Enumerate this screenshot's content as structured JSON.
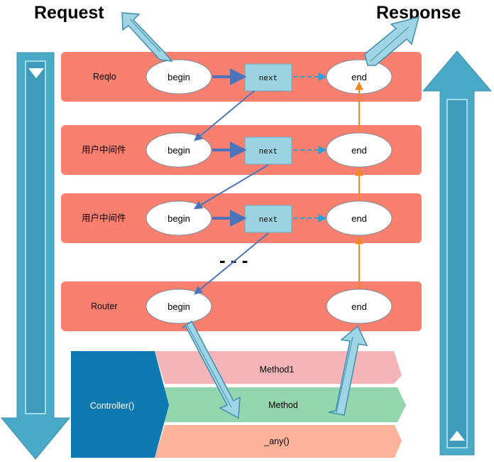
{
  "titles": {
    "request": "Request",
    "response": "Response"
  },
  "rows": [
    {
      "label": "Reqlo",
      "begin": "begin",
      "next": "next",
      "end": "end"
    },
    {
      "label": "用户中间件",
      "begin": "begin",
      "next": "next",
      "end": "end"
    },
    {
      "label": "用户中间件",
      "begin": "begin",
      "next": "next",
      "end": "end"
    },
    {
      "label": "Router",
      "begin": "begin",
      "end": "end"
    }
  ],
  "ellipsis": "- - -",
  "controller": {
    "label": "Controller()",
    "methods": [
      {
        "label": "Method1",
        "color": "#f4b4b8"
      },
      {
        "label": "Method",
        "color": "#93d6ad"
      },
      {
        "label": "_any()",
        "color": "#fdb39a"
      }
    ]
  },
  "colors": {
    "row_fill": "#f97f6f",
    "next_fill": "#9cd3e0",
    "arrow_blue": "#4c74bb",
    "arrow_orange": "#f18a23",
    "big_arrow": "#4aa9c6",
    "controller_fill": "#0e79b0"
  }
}
